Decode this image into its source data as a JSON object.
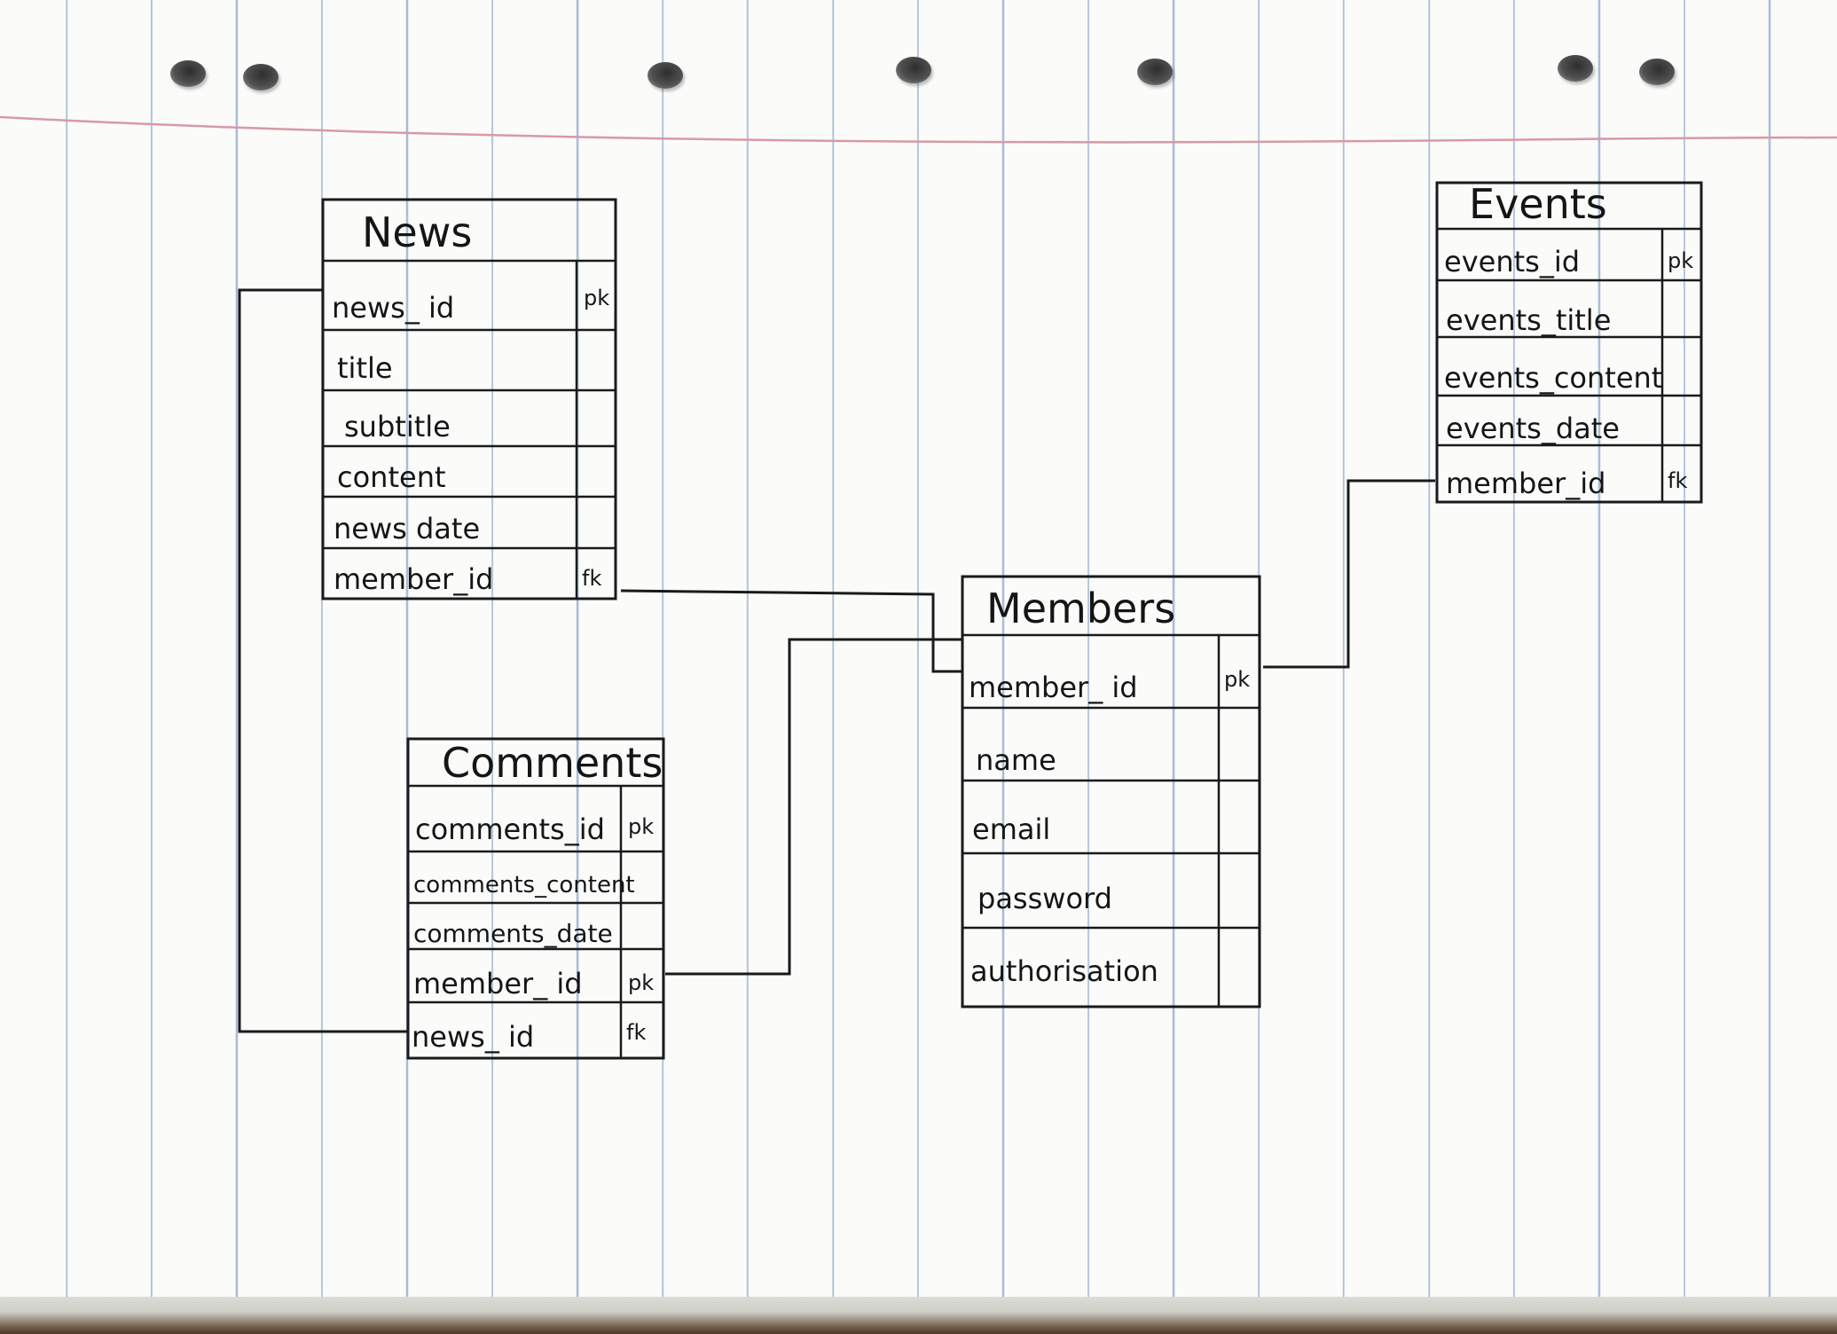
{
  "entities": {
    "news": {
      "title": "News",
      "fields": [
        {
          "name": "news_ id",
          "key": "pk"
        },
        {
          "name": "title",
          "key": ""
        },
        {
          "name": "subtitle",
          "key": ""
        },
        {
          "name": "content",
          "key": ""
        },
        {
          "name": "news date",
          "key": ""
        },
        {
          "name": "member_id",
          "key": "fk"
        }
      ]
    },
    "events": {
      "title": "Events",
      "fields": [
        {
          "name": "events_id",
          "key": "pk"
        },
        {
          "name": "events_title",
          "key": ""
        },
        {
          "name": "events_content",
          "key": ""
        },
        {
          "name": "events_date",
          "key": ""
        },
        {
          "name": "member_id",
          "key": "fk"
        }
      ]
    },
    "members": {
      "title": "Members",
      "fields": [
        {
          "name": "member_ id",
          "key": "pk"
        },
        {
          "name": "name",
          "key": ""
        },
        {
          "name": "email",
          "key": ""
        },
        {
          "name": "password",
          "key": ""
        },
        {
          "name": "authorisation",
          "key": ""
        }
      ]
    },
    "comments": {
      "title": "Comments",
      "fields": [
        {
          "name": "comments_id",
          "key": "pk"
        },
        {
          "name": "comments_content",
          "key": ""
        },
        {
          "name": "comments_date",
          "key": ""
        },
        {
          "name": "member_ id",
          "key": "pk"
        },
        {
          "name": "news_ id",
          "key": "fk"
        }
      ]
    }
  },
  "relationships": [
    {
      "from": "news.member_id",
      "to": "members.member_ id"
    },
    {
      "from": "events.member_id",
      "to": "members.member_ id"
    },
    {
      "from": "comments.member_ id",
      "to": "members.member_ id"
    },
    {
      "from": "comments.news_ id",
      "to": "news.news_ id"
    }
  ]
}
